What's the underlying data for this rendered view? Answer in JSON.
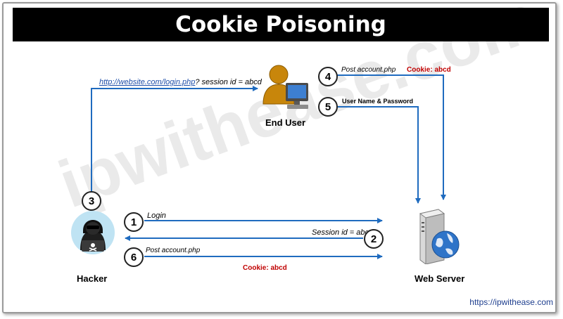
{
  "title": "Cookie Poisoning",
  "watermark": "ipwithease.com",
  "footer_link": "https://ipwithease.com",
  "nodes": {
    "end_user": "End User",
    "hacker": "Hacker",
    "web_server": "Web Server"
  },
  "steps": [
    "1",
    "2",
    "3",
    "4",
    "5",
    "6"
  ],
  "labels": {
    "url_link": "http://website.com/login.php",
    "url_suffix": "? session id = abcd",
    "post_account_top": "Post account.php",
    "cookie_top": "Cookie: abcd",
    "user_pass": "User Name & Password",
    "login": "Login",
    "session_id": "Session id = abcd",
    "post_account_bottom": "Post account.php",
    "cookie_bottom": "Cookie: abcd"
  },
  "colors": {
    "arrow": "#1f6bbf",
    "cookie_text": "#c00000",
    "title_bg": "#000000"
  },
  "icons": [
    "user-computer-icon",
    "hacker-icon",
    "server-globe-icon"
  ]
}
